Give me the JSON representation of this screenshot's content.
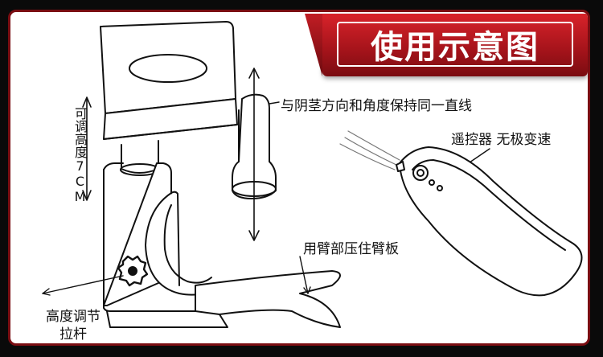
{
  "title": "使用示意图",
  "labels": {
    "adjustable_height": "可调高度7CM",
    "direction_note": "与阴茎方向和角度保持同一直线",
    "remote_control": "遥控器 无极变速",
    "arm_press": "用臂部压住臂板",
    "height_knob_line1": "高度调节",
    "height_knob_line2": "拉杆"
  },
  "colors": {
    "banner_red": "#b8161d",
    "border_dark_red": "#7a0d12",
    "ink": "#111111"
  }
}
